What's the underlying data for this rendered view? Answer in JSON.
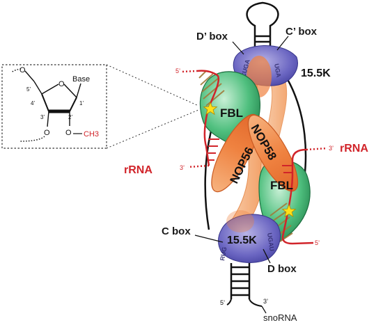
{
  "labels": {
    "d_prime_box": "D’ box",
    "c_prime_box": "C’ box",
    "c_box": "C box",
    "d_box": "D box",
    "snorna": "snoRNA",
    "rrna_left": "rRNA",
    "rrna_right": "rRNA"
  },
  "proteins": {
    "fbl_top": "FBL",
    "fbl_bottom": "FBL",
    "nop56": "NOP56",
    "nop58": "NOP58",
    "k155_top": "15.5K",
    "k155_bottom": "15.5K"
  },
  "sequences": {
    "cuga": "CUGA",
    "uga": "UGA",
    "ugau": "UGAU",
    "rug": "RUG"
  },
  "ends": {
    "five": "5’",
    "three": "3’"
  },
  "inset": {
    "base": "Base",
    "o": "O",
    "methyl_o": "O",
    "ch3": "CH3",
    "primes": {
      "p5": "5’",
      "p4": "4’",
      "p3": "3’",
      "p2": "2’",
      "p1": "1’"
    }
  },
  "colors": {
    "rrna": "#d1242a",
    "fbl": "#2e9a5c",
    "k155": "#4a4aa6",
    "nop": "#ee7e3b",
    "ink": "#111111"
  }
}
